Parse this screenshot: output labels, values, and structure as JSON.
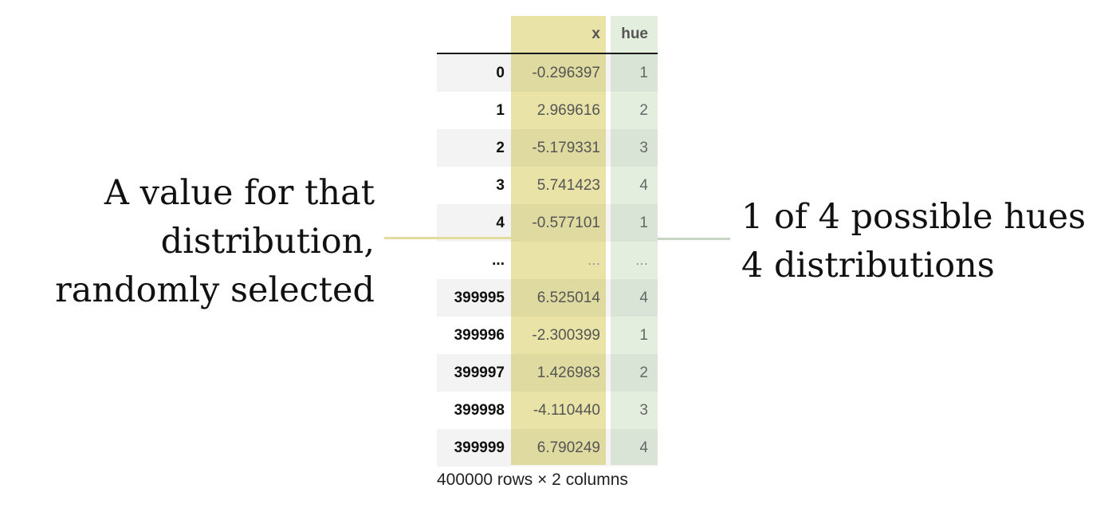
{
  "table": {
    "columns": {
      "index": "",
      "x": "x",
      "hue": "hue"
    },
    "rows": [
      {
        "index": "0",
        "x": "-0.296397",
        "hue": "1"
      },
      {
        "index": "1",
        "x": "2.969616",
        "hue": "2"
      },
      {
        "index": "2",
        "x": "-5.179331",
        "hue": "3"
      },
      {
        "index": "3",
        "x": "5.741423",
        "hue": "4"
      },
      {
        "index": "4",
        "x": "-0.577101",
        "hue": "1"
      },
      {
        "index": "...",
        "x": "...",
        "hue": "..."
      },
      {
        "index": "399995",
        "x": "6.525014",
        "hue": "4"
      },
      {
        "index": "399996",
        "x": "-2.300399",
        "hue": "1"
      },
      {
        "index": "399997",
        "x": "1.426983",
        "hue": "2"
      },
      {
        "index": "399998",
        "x": "-4.110440",
        "hue": "3"
      },
      {
        "index": "399999",
        "x": "6.790249",
        "hue": "4"
      }
    ],
    "shape_note": "400000 rows × 2 columns"
  },
  "annotations": {
    "left": [
      "A value for that",
      "distribution,",
      "randomly selected"
    ],
    "right": [
      "1 of 4 possible hues",
      "4 distributions"
    ]
  },
  "colors": {
    "x_column_highlight": "#e9e3a7",
    "hue_column_highlight": "#e3eedf",
    "left_connector": "#e4dc9e",
    "right_connector": "#c6d6c3"
  }
}
